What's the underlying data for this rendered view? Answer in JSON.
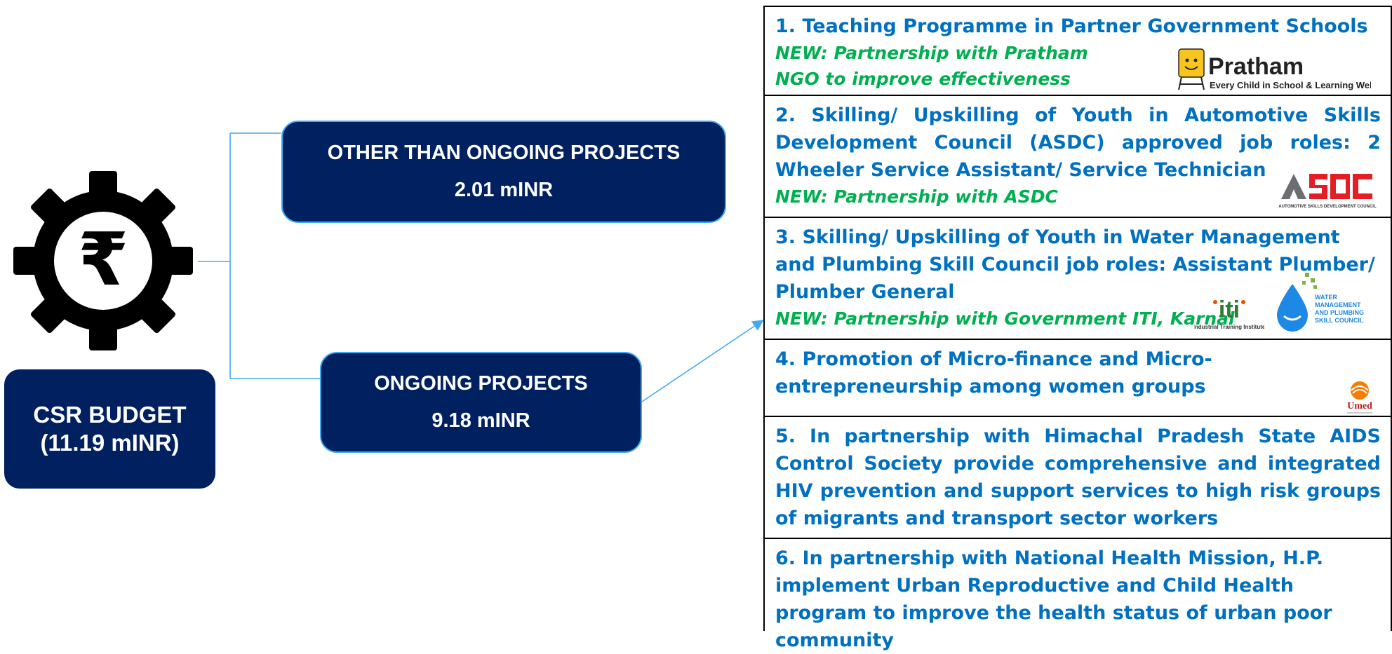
{
  "budget": {
    "title": "CSR BUDGET",
    "amount": "(11.19 mINR)"
  },
  "other_projects": {
    "title": "OTHER THAN ONGOING PROJECTS",
    "amount": "2.01 mINR"
  },
  "ongoing_projects": {
    "title": "ONGOING PROJECTS",
    "amount": "9.18 mINR"
  },
  "gear_icon": "gear-rupee-icon",
  "colors": {
    "navy": "#002060",
    "item_text": "#0070c0",
    "new_text": "#00b050",
    "connector": "#3fa9f5"
  },
  "items": [
    {
      "lines": [
        "1. Teaching Programme in Partner Government Schools"
      ],
      "new_lines": [
        "NEW: Partnership with Pratham",
        "NGO to improve  effectiveness"
      ]
    },
    {
      "lines": [
        "2. Skilling/ Upskilling of Youth in Automotive Skills Development Council (ASDC) approved job roles: 2 Wheeler Service Assistant/ Service Technician"
      ],
      "new_lines": [
        "NEW: Partnership with ASDC"
      ]
    },
    {
      "lines": [
        "3. Skilling/ Upskilling  of Youth in Water Management and Plumbing Skill Council job roles: Assistant Plumber/ Plumber General"
      ],
      "new_lines": [
        "NEW: Partnership with Government ITI, Karnal"
      ]
    },
    {
      "lines": [
        "4. Promotion of Micro-finance and Micro-entrepreneurship among women groups"
      ],
      "new_lines": []
    },
    {
      "lines": [
        "5. In partnership with Himachal Pradesh State AIDS Control Society provide comprehensive and integrated HIV prevention and support services to high risk groups of migrants and transport sector workers"
      ],
      "new_lines": []
    },
    {
      "lines": [
        "6. In partnership with National Health Mission, H.P. implement Urban Reproductive and Child Health program to improve the health status of urban poor community"
      ],
      "new_lines": []
    }
  ],
  "logos": {
    "pratham": {
      "name": "Pratham",
      "tagline": "Every Child in School & Learning Well"
    },
    "asdc": {
      "name": "ASDC",
      "tagline": "AUTOMOTIVE SKILLS DEVELOPMENT COUNCIL"
    },
    "iti": {
      "name": "iti",
      "tagline": "Industrial Training Institute"
    },
    "water": {
      "lines": [
        "WATER",
        "MANAGEMENT",
        "AND PLUMBING",
        "SKILL COUNCIL"
      ]
    },
    "umed": {
      "name": "Umed"
    }
  }
}
